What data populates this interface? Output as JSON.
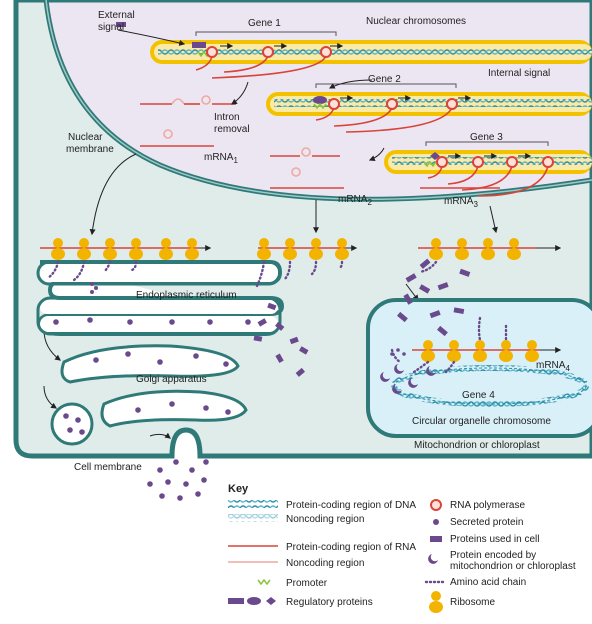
{
  "labels": {
    "external_signal_1": "External",
    "external_signal_2": "signal",
    "nuclear_chromosomes": "Nuclear chromosomes",
    "gene1": "Gene 1",
    "gene2": "Gene 2",
    "gene3": "Gene 3",
    "gene4": "Gene 4",
    "internal_signal": "Internal signal",
    "intron_removal_1": "Intron",
    "intron_removal_2": "removal",
    "nuclear_membrane_1": "Nuclear",
    "nuclear_membrane_2": "membrane",
    "mrna1": "mRNA",
    "mrna1_sub": "1",
    "mrna2": "mRNA",
    "mrna2_sub": "2",
    "mrna3": "mRNA",
    "mrna3_sub": "3",
    "mrna4": "mRNA",
    "mrna4_sub": "4",
    "er": "Endoplasmic reticulum",
    "golgi": "Golgi apparatus",
    "cell_membrane": "Cell membrane",
    "circular_chromosome": "Circular organelle chromosome",
    "mito": "Mitochondrion or chloroplast"
  },
  "key": {
    "title": "Key",
    "protein_coding_dna": "Protein-coding region of DNA",
    "noncoding_dna": "Noncoding region",
    "protein_coding_rna": "Protein-coding region of RNA",
    "noncoding_rna": "Noncoding region",
    "promoter": "Promoter",
    "regulatory": "Regulatory proteins",
    "rna_polymerase": "RNA polymerase",
    "secreted": "Secreted protein",
    "used_in_cell": "Proteins used in cell",
    "encoded_1": "Protein encoded by",
    "encoded_2": "mitochondrion or chloroplast",
    "amino_chain": "Amino acid chain",
    "ribosome": "Ribosome"
  },
  "colors": {
    "chromosome_outer": "#f2c200",
    "chromosome_inner": "#fbe9a6",
    "dna": "#2a8fa8",
    "rna": "#d9443a",
    "rna_noncoding": "#f0a8a0",
    "protein": "#6a4a8c",
    "cytoplasm": "#dfecea",
    "nucleus": "#ece6f2",
    "membrane": "#2f7a78",
    "mito_fill": "#d9f0f8",
    "ribosome": "#f2b400"
  }
}
